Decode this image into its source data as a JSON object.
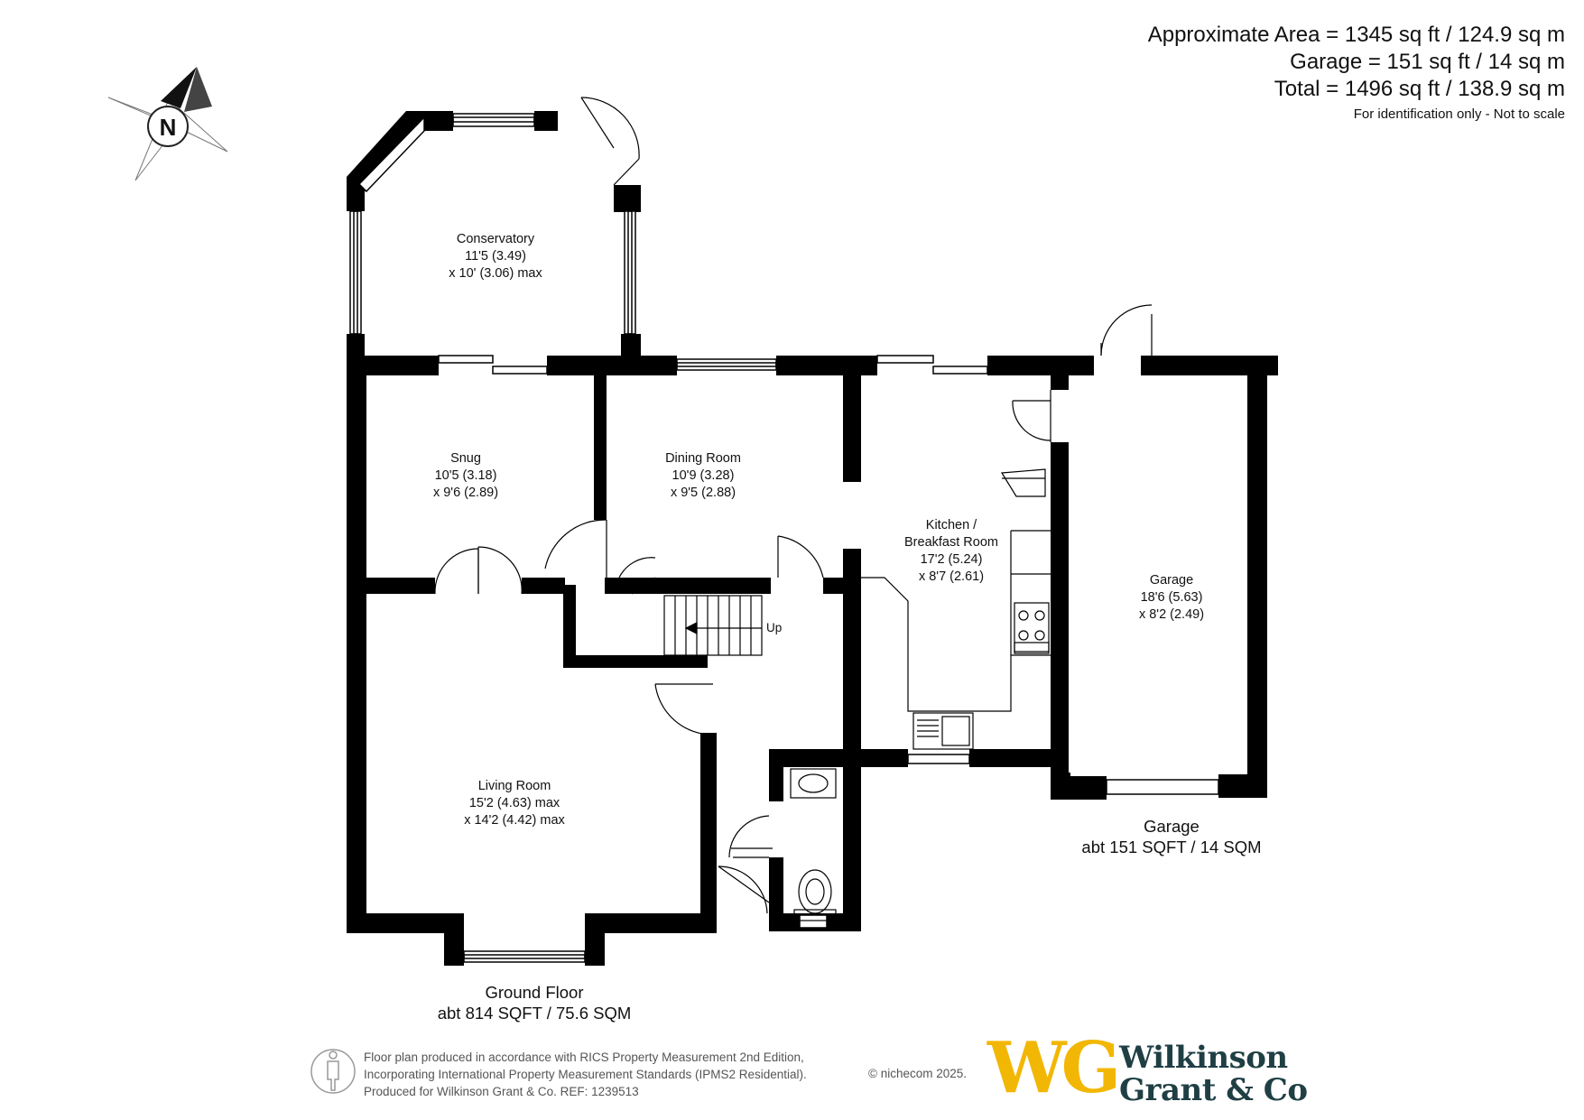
{
  "areas": {
    "approximate": "Approximate Area = 1345 sq ft / 124.9 sq m",
    "garage": "Garage = 151 sq ft / 14 sq m",
    "total": "Total = 1496 sq ft / 138.9 sq m",
    "note": "For identification only - Not to scale"
  },
  "compass": {
    "label": "N"
  },
  "rooms": {
    "conservatory": {
      "name": "Conservatory",
      "dim1": "11'5 (3.49)",
      "dim2": "x 10' (3.06) max"
    },
    "snug": {
      "name": "Snug",
      "dim1": "10'5 (3.18)",
      "dim2": "x 9'6 (2.89)"
    },
    "dining": {
      "name": "Dining Room",
      "dim1": "10'9 (3.28)",
      "dim2": "x 9'5 (2.88)"
    },
    "kitchen": {
      "name1": "Kitchen /",
      "name2": "Breakfast Room",
      "dim1": "17'2 (5.24)",
      "dim2": "x 8'7 (2.61)"
    },
    "garage": {
      "name": "Garage",
      "dim1": "18'6 (5.63)",
      "dim2": "x 8'2 (2.49)"
    },
    "living": {
      "name": "Living Room",
      "dim1": "15'2 (4.63) max",
      "dim2": "x 14'2 (4.42) max"
    }
  },
  "stairs": {
    "label": "Up"
  },
  "floors": {
    "ground": {
      "title": "Ground Floor",
      "area": "abt 814 SQFT / 75.6 SQM"
    },
    "garage": {
      "title": "Garage",
      "area": "abt 151 SQFT / 14 SQM"
    }
  },
  "footer": {
    "line1": "Floor plan produced in accordance with RICS Property Measurement 2nd Edition,",
    "line2": "Incorporating International Property Measurement Standards (IPMS2 Residential).",
    "line3": "Produced for Wilkinson Grant & Co.   REF:  1239513",
    "copyright": "© nichecom 2025."
  },
  "brand": {
    "monogram": "WG",
    "name_line1": "Wilkinson",
    "name_line2": "Grant & Co",
    "colors": {
      "gold": "#f2b705",
      "teal": "#1f3f44",
      "wall": "#000000"
    }
  }
}
